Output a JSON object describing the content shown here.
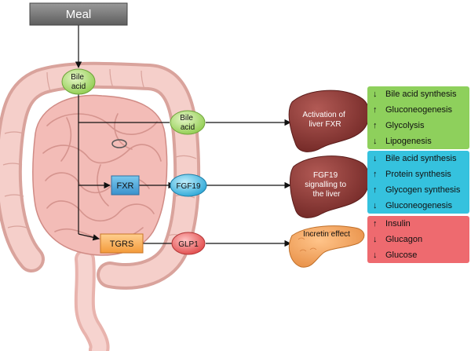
{
  "meal": "Meal",
  "bile_acid_top": "Bile acid",
  "bile_acid_mid": "Bile acid",
  "fxr": "FXR",
  "fgf19": "FGF19",
  "tgrs": "TGRS",
  "glp1": "GLP1",
  "liver1": "Activation of liver FXR",
  "liver2": "FGF19 signalling to the liver",
  "pancreas": "Incretin effect",
  "panels": [
    {
      "color": "#8ed05c",
      "items": [
        {
          "dir": "down",
          "text": "Bile acid synthesis"
        },
        {
          "dir": "up",
          "text": "Gluconeogenesis"
        },
        {
          "dir": "up",
          "text": "Glycolysis"
        },
        {
          "dir": "down",
          "text": "Lipogenesis"
        }
      ]
    },
    {
      "color": "#35c2de",
      "items": [
        {
          "dir": "down",
          "text": "Bile acid synthesis"
        },
        {
          "dir": "up",
          "text": "Protein synthesis"
        },
        {
          "dir": "up",
          "text": "Glycogen synthesis"
        },
        {
          "dir": "down",
          "text": "Gluconeogenesis"
        }
      ]
    },
    {
      "color": "#ee6a6f",
      "items": [
        {
          "dir": "up",
          "text": "Insulin"
        },
        {
          "dir": "down",
          "text": "Glucagon"
        },
        {
          "dir": "down",
          "text": "Glucose"
        }
      ]
    }
  ]
}
